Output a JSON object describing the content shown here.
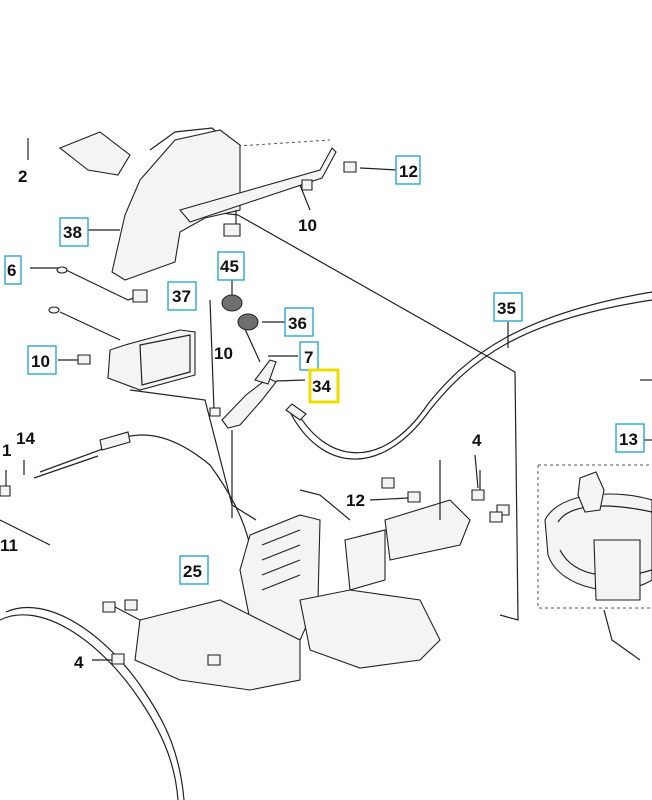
{
  "callouts": {
    "c2": "2",
    "c12a": "12",
    "c10a": "10",
    "c38": "38",
    "c45": "45",
    "c6": "6",
    "c37": "37",
    "c36": "36",
    "c35": "35",
    "c10b": "10",
    "c7": "7",
    "c10c": "10",
    "c34": "34",
    "c13": "13",
    "c1": "1",
    "c14": "14",
    "c4a": "4",
    "c12b": "12",
    "c11": "11",
    "c25": "25",
    "c4b": "4"
  },
  "highlight": {
    "part": "34",
    "color": "#f2dc00"
  },
  "colors": {
    "callout_border": "#2aa7c9",
    "line": "#222222"
  }
}
